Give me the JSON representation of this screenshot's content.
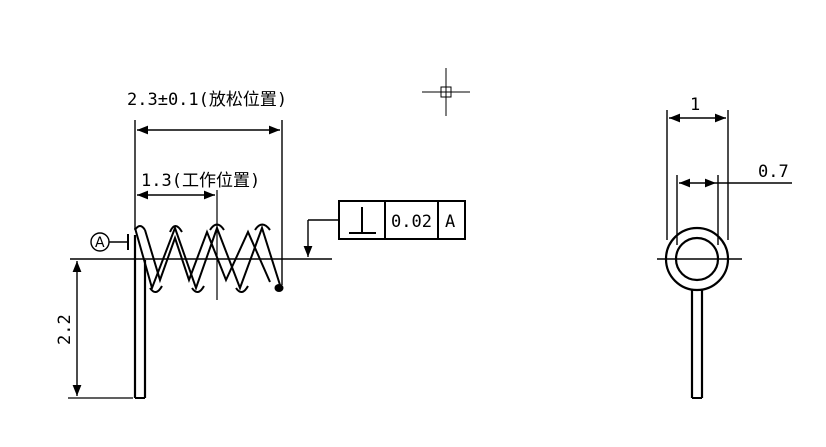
{
  "drawing": {
    "free_length_label": "2.3±0.1(放松位置)",
    "work_length_label": "1.3(工作位置)",
    "leg_height_label": "2.2",
    "width_label": "1",
    "wire_label": "0.7",
    "datum_letter": "A",
    "tolerance_value": "0.02",
    "tolerance_datum": "A",
    "tolerance_symbol": "perpendicularity-icon",
    "line_color": "#000000",
    "background_color": "#ffffff"
  }
}
